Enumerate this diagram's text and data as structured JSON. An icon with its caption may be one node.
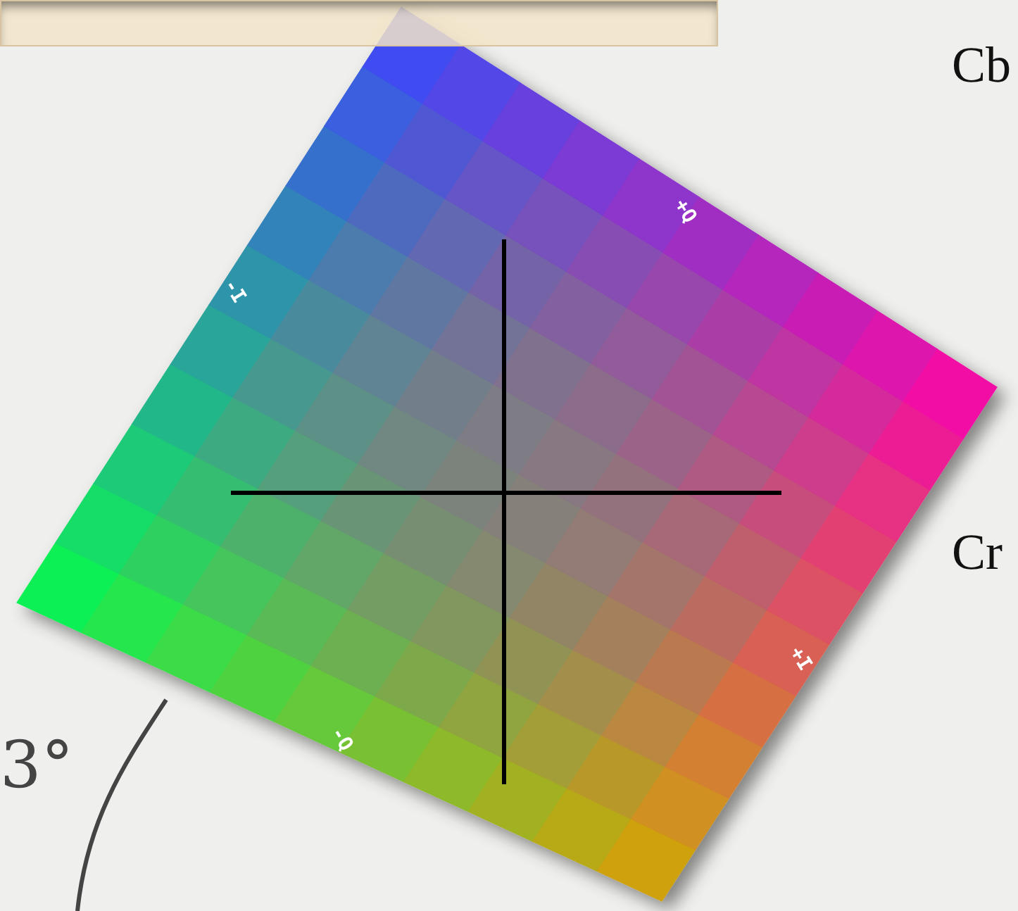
{
  "diagram": {
    "nodes": [
      {
        "text": [],
        "shape": "box"
      }
    ],
    "labels": [
      "Cb",
      "+Q",
      "-I",
      "Cr",
      "+I",
      "-Q",
      "3°"
    ]
  }
}
